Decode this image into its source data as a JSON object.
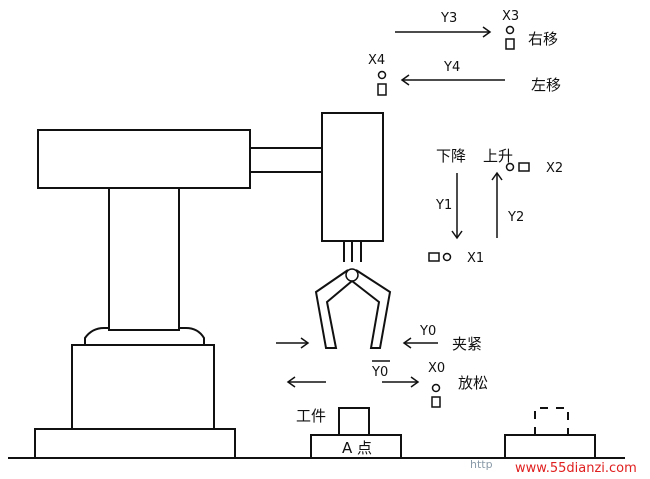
{
  "labels": {
    "y3": "Y3",
    "x3": "X3",
    "move_right": "右移",
    "x4": "X4",
    "y4": "Y4",
    "move_left": "左移",
    "down": "下降",
    "up": "上升",
    "x2": "X2",
    "y1": "Y1",
    "y2": "Y2",
    "x1": "X1",
    "y0_clamp": "Y0",
    "clamp": "夹紧",
    "y0_release": "Y0",
    "x0": "X0",
    "release": "放松",
    "workpiece": "工件",
    "point_a": "A 点"
  },
  "watermark": {
    "prefix": "http",
    "site": "www.55dianzi.com"
  },
  "colors": {
    "line": "#111111",
    "watermark": "#e02020"
  }
}
